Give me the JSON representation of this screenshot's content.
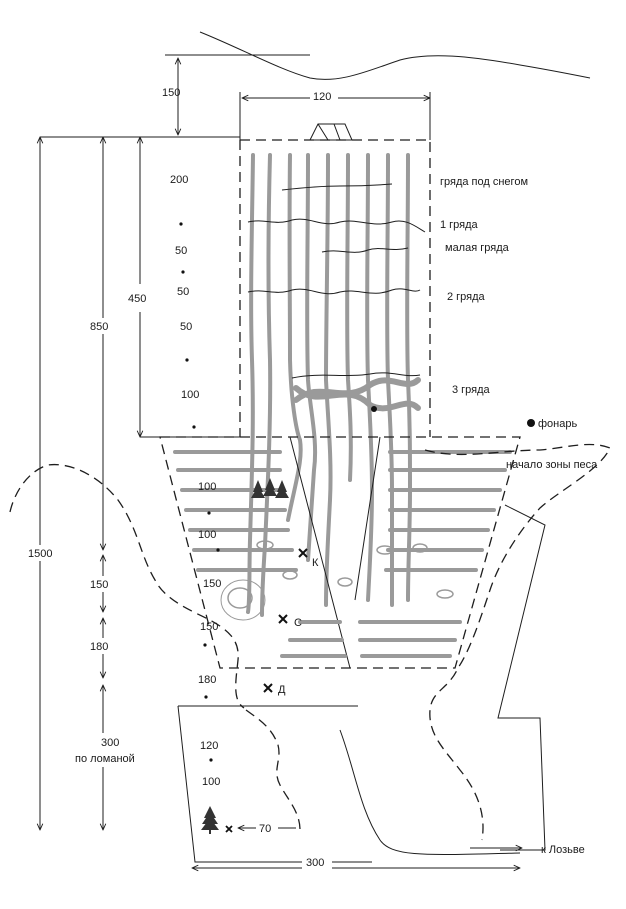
{
  "labels": {
    "ridge_under_snow": "гряда под снегом",
    "ridge_1": "1 гряда",
    "small_ridge": "малая гряда",
    "ridge_2": "2 гряда",
    "ridge_3": "3 гряда",
    "lantern": "фонарь",
    "sand_zone_start": "начало зоны песа",
    "to_lozva": "к Лозьве",
    "point_k": "К",
    "point_s": "С",
    "point_d": "Д"
  },
  "dimensions": {
    "top_gap": "150",
    "tent_width": "120",
    "d_850": "850",
    "d_450": "450",
    "d_1500": "1500",
    "d_150_left": "150",
    "d_180_left": "180",
    "d_300": "300",
    "along_polyline": "по ломаной",
    "inner_200": "200",
    "inner_50_a": "50",
    "inner_50_b": "50",
    "inner_50_c": "50",
    "inner_100_top": "100",
    "inner_100_a": "100",
    "inner_100_b": "100",
    "inner_150_a": "150",
    "inner_150_b": "150",
    "inner_180": "180",
    "inner_120": "120",
    "inner_100_bottom": "100",
    "d_70": "70",
    "bottom_300": "300"
  },
  "icons": {
    "tent": "tent-icon",
    "tree": "tree-icon",
    "lantern": "lantern-dot-icon"
  }
}
